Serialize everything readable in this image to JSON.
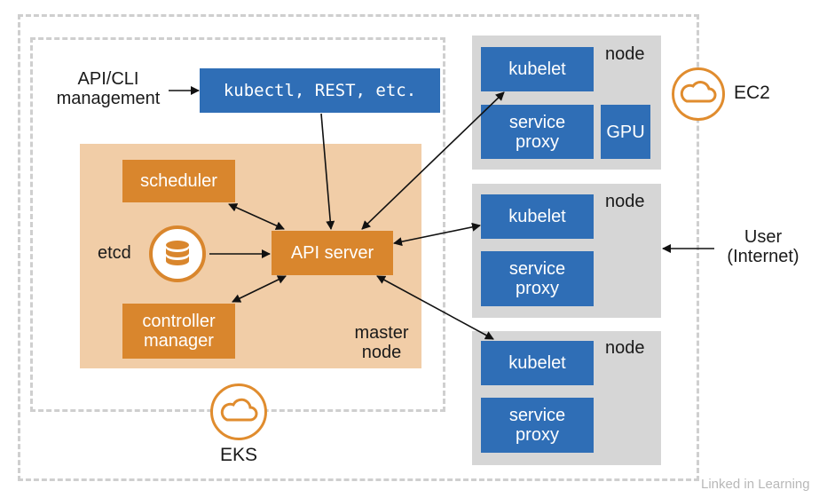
{
  "labels": {
    "api_cli": "API/CLI\nmanagement",
    "kubectl": "kubectl, REST, etc.",
    "scheduler": "scheduler",
    "etcd": "etcd",
    "api_server": "API server",
    "controller_manager": "controller\nmanager",
    "master_node": "master\nnode",
    "eks": "EKS",
    "ec2": "EC2",
    "user": "User\n(Internet)",
    "watermark": "Linked in Learning"
  },
  "nodes": [
    {
      "label": "node",
      "kubelet": "kubelet",
      "proxy": "service\nproxy",
      "gpu": "GPU"
    },
    {
      "label": "node",
      "kubelet": "kubelet",
      "proxy": "service\nproxy"
    },
    {
      "label": "node",
      "kubelet": "kubelet",
      "proxy": "service\nproxy"
    }
  ],
  "colors": {
    "blue": "#2f6eb6",
    "orange": "#d9862d",
    "master_bg": "#f1cda7",
    "node_bg": "#d6d6d6"
  }
}
